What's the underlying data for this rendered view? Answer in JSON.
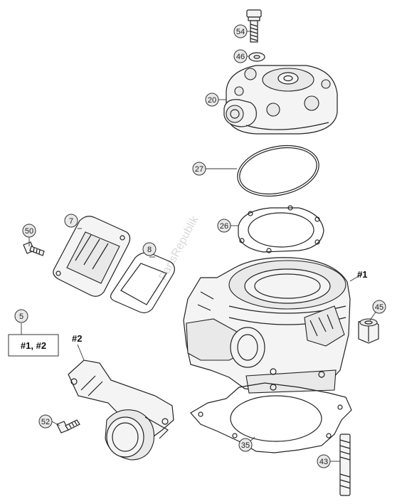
{
  "diagram": {
    "watermark": "PartsRepublik",
    "callouts": {
      "c54": "54",
      "c46": "46",
      "c20": "20",
      "c27": "27",
      "c26": "26",
      "c50": "50",
      "c7": "7",
      "c8": "8",
      "c5": "5",
      "c45": "45",
      "c52": "52",
      "c35": "35",
      "c43": "43"
    },
    "labels": {
      "cylinder": "#1",
      "intake": "#2",
      "kit": "#1, #2"
    }
  }
}
